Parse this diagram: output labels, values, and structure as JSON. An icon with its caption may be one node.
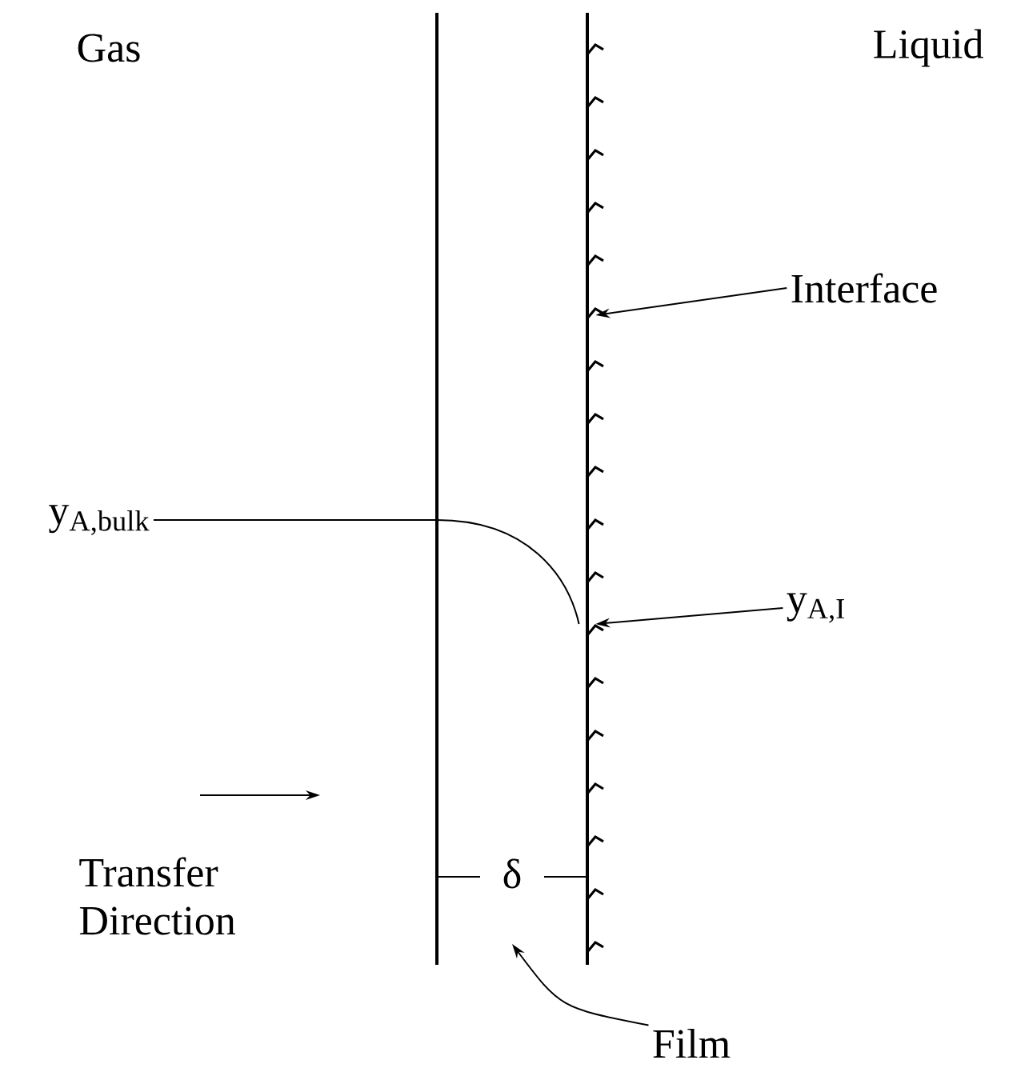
{
  "diagram": {
    "nodes": [
      {
        "text": [
          "Interface"
        ]
      },
      {
        "text": [],
        "shape": "bar"
      },
      {
        "text": [
          "y$_{A,bulk}$"
        ]
      },
      {
        "text": [
          "y$_{A,I}$"
        ]
      },
      {
        "text": [
          "Film"
        ]
      }
    ],
    "edges": [
      {
        "from": 2,
        "to": 1,
        "arrow": "none"
      },
      {
        "from": 0,
        "to": 1,
        "arrow": "to"
      },
      {
        "from": 3,
        "to": 1,
        "arrow": "to"
      },
      {
        "from": 4,
        "to": null,
        "arrow": "to"
      }
    ],
    "labels": [
      "Gas",
      "Liquid",
      "Transfer Direction",
      "δ"
    ]
  }
}
